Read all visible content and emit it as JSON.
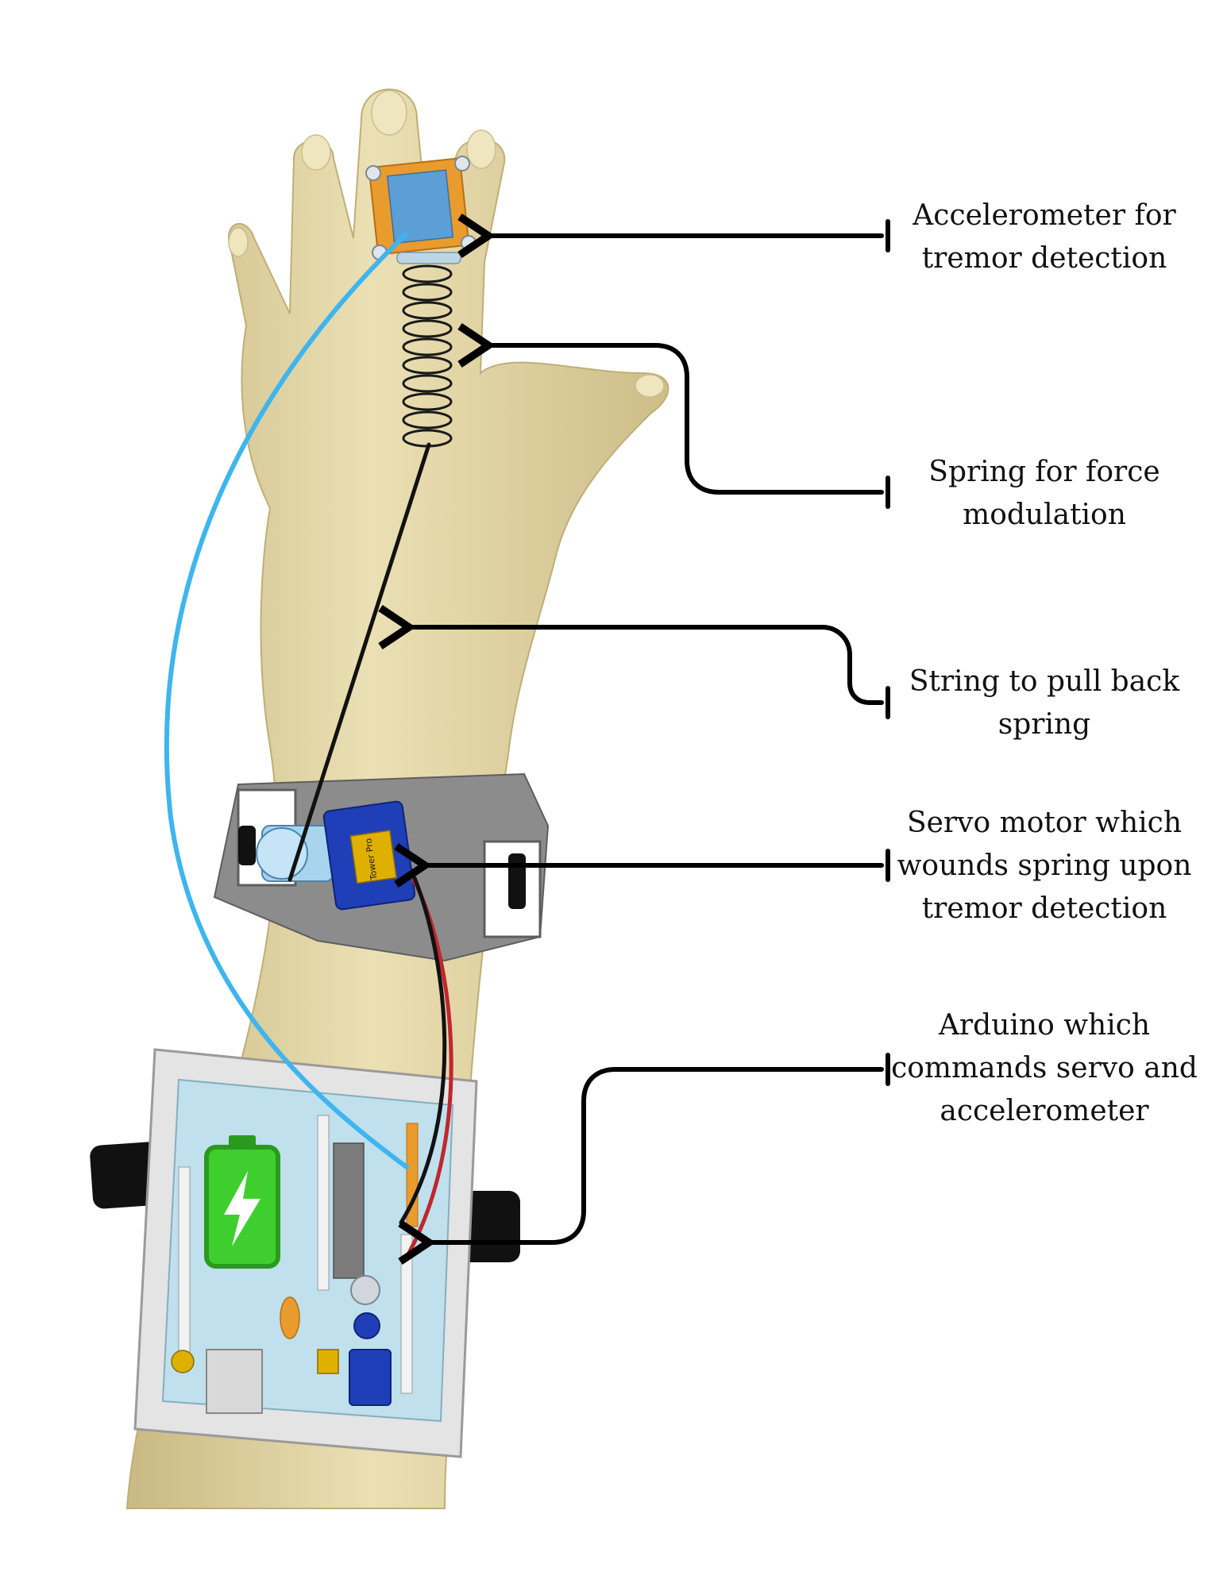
{
  "labels": [
    {
      "id": "accelerometer",
      "lines": [
        "Accelerometer for",
        "tremor detection"
      ]
    },
    {
      "id": "spring",
      "lines": [
        "Spring for force",
        "modulation"
      ]
    },
    {
      "id": "string",
      "lines": [
        "String to pull back",
        "spring"
      ]
    },
    {
      "id": "servo",
      "lines": [
        "Servo motor which",
        "wounds spring upon",
        "tremor detection"
      ]
    },
    {
      "id": "arduino",
      "lines": [
        "Arduino which",
        "commands servo and",
        "accelerometer"
      ]
    }
  ],
  "servo_brand": "Tower Pro",
  "colors": {
    "skin": "#e2d6a6",
    "skin_shadow": "#c9b983",
    "sensor_board": "#e99b2e",
    "sensor_chip": "#5b9fd6",
    "servo_blue": "#1f3fb8",
    "band_gray": "#8c8c8c",
    "arduino_board": "#bfe0ec",
    "battery_green": "#38c12a",
    "wire_blue": "#3fb5ee",
    "wire_red": "#c0262e",
    "wire_black": "#111111",
    "arrow": "#000000"
  },
  "icons": [
    "battery-charging-icon",
    "lightning-bolt-icon"
  ]
}
